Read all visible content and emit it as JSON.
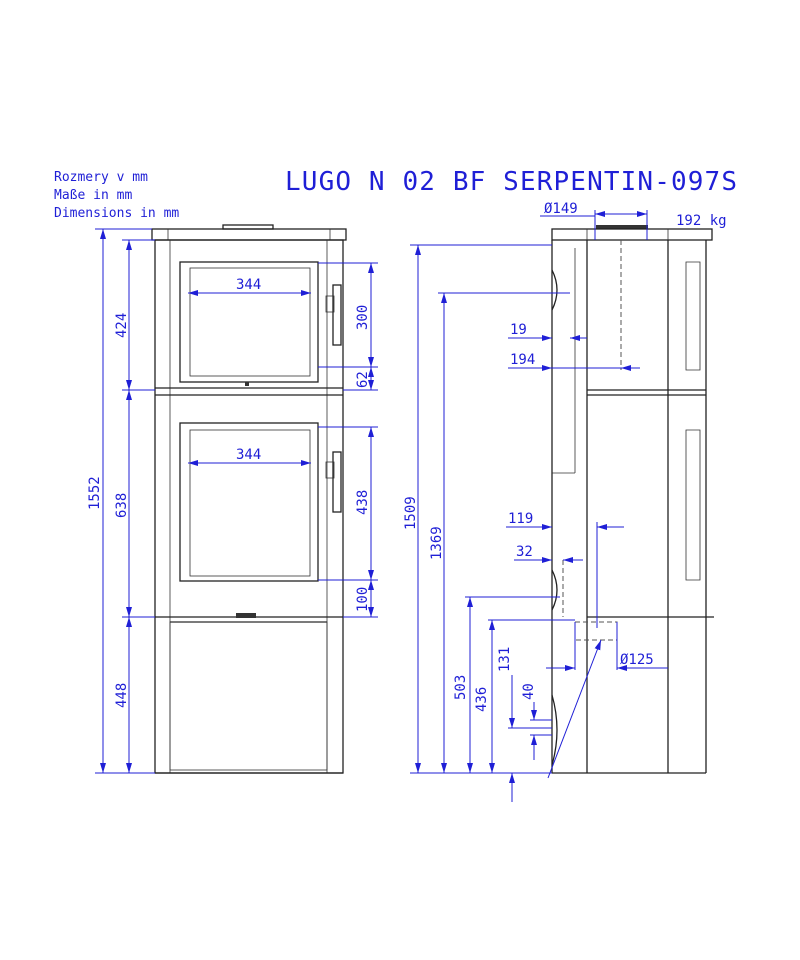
{
  "header": {
    "title": "LUGO N 02 BF SERPENTIN-097S",
    "units_lines": [
      "Rozmery v mm",
      "Maße in mm",
      "Dimensions in mm"
    ],
    "weight": "192 kg"
  },
  "front_view": {
    "total_height": "1552",
    "upper_section": "424",
    "middle_section": "638",
    "bottom_section": "448",
    "upper_door_width": "344",
    "lower_door_width": "344",
    "upper_door_height": "300",
    "upper_gap": "62",
    "lower_door_height": "438",
    "lower_gap": "100"
  },
  "side_view": {
    "flue_top_diameter": "Ø149",
    "top_outlet_height": "1509",
    "outlet_center_height": "1369",
    "offset_19": "19",
    "offset_194": "194",
    "offset_119": "119",
    "offset_32": "32",
    "air_inlet_diameter": "Ø125",
    "height_503": "503",
    "height_436": "436",
    "height_131": "131",
    "height_40": "40"
  },
  "colors": {
    "dimension": "#1f1fd6",
    "outline": "#222222"
  }
}
